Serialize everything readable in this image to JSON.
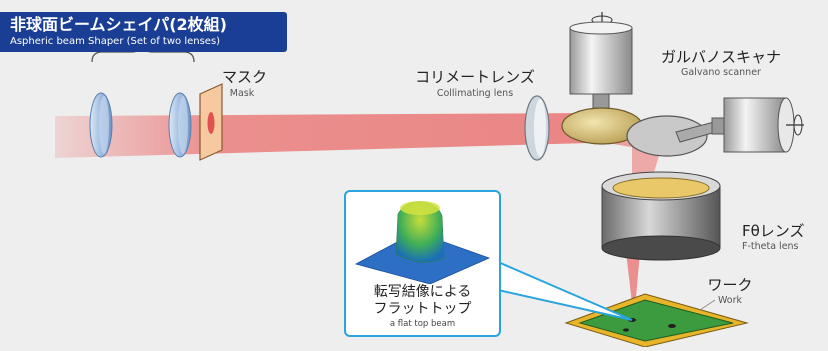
{
  "title": {
    "jp": "非球面ビームシェイパ(2枚組)",
    "en": "Aspheric beam Shaper (Set of two lenses)"
  },
  "labels": {
    "mask": {
      "jp": "マスク",
      "en": "Mask"
    },
    "collimating": {
      "jp": "コリメートレンズ",
      "en": "Collimating lens"
    },
    "galvano": {
      "jp": "ガルバノスキャナ",
      "en": "Galvano scanner"
    },
    "ftheta": {
      "jp": "Fθレンズ",
      "en": "F-theta lens"
    },
    "work": {
      "jp": "ワーク",
      "en": "Work"
    }
  },
  "callout": {
    "jp_line1": "転写結像による",
    "jp_line2": "フラットトップ",
    "en": "a flat top beam"
  },
  "colors": {
    "badge": "#1a3e94",
    "beam": "#e8413f",
    "lens": "#a9c6e8",
    "mask": "#f6c9a0",
    "callout_border": "#2aa4dc",
    "work_board": "#3c9a3f",
    "work_frame": "#e8b52a"
  }
}
